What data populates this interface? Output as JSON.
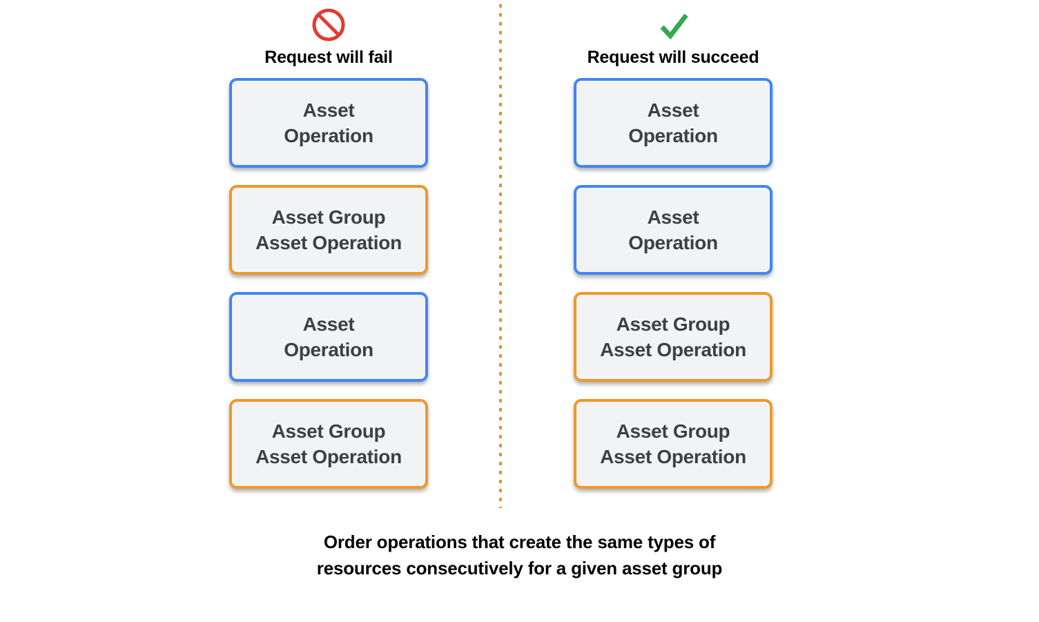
{
  "colors": {
    "blue_border": "#4285f4",
    "orange_border": "#ef9829",
    "card_fill": "#f1f3f4",
    "card_text": "#3c4043",
    "fail_icon": "#e03c31",
    "success_icon": "#34a853",
    "divider": "#e2922f",
    "background": "#ffffff"
  },
  "columns": [
    {
      "id": "fail",
      "icon": "prohibition-icon",
      "header_label": "Request will fail",
      "cards": [
        {
          "type": "blue",
          "label": "Asset\nOperation"
        },
        {
          "type": "orange",
          "label": "Asset Group\nAsset Operation"
        },
        {
          "type": "blue",
          "label": "Asset\nOperation"
        },
        {
          "type": "orange",
          "label": "Asset Group\nAsset Operation"
        }
      ]
    },
    {
      "id": "succeed",
      "icon": "check-icon",
      "header_label": "Request will succeed",
      "cards": [
        {
          "type": "blue",
          "label": "Asset\nOperation"
        },
        {
          "type": "blue",
          "label": "Asset\nOperation"
        },
        {
          "type": "orange",
          "label": "Asset Group\nAsset Operation"
        },
        {
          "type": "orange",
          "label": "Asset Group\nAsset Operation"
        }
      ]
    }
  ],
  "caption": "Order operations that create the same types of\nresources consecutively for a given asset group"
}
